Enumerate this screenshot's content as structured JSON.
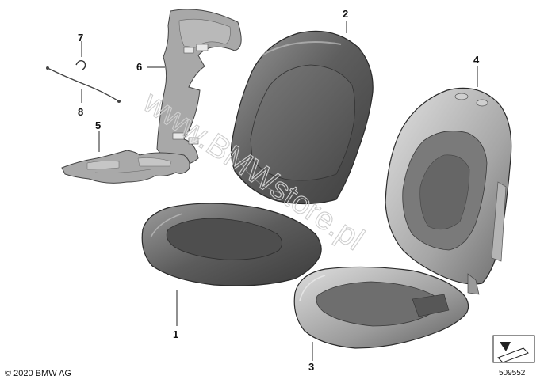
{
  "callouts": {
    "c1": "1",
    "c2": "2",
    "c3": "3",
    "c4": "4",
    "c5": "5",
    "c6": "6",
    "c7": "7",
    "c8": "8"
  },
  "watermark": "www.BMWstore.pl",
  "footer": {
    "copyright": "© 2020 BMW AG",
    "doc_number": "509552"
  },
  "colors": {
    "foam": "#a9a9a9",
    "cover_dark": "#5a5a5a",
    "cover_mid": "#8c8c8c",
    "cover_light": "#d8d8d8"
  }
}
